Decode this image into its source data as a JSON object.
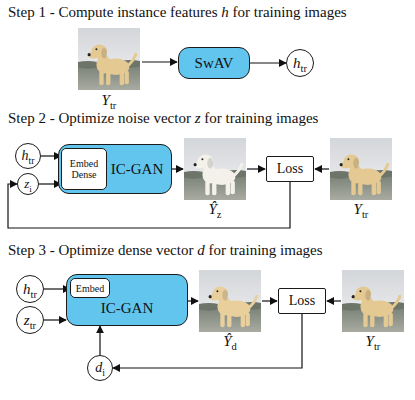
{
  "diagram": {
    "nodes": [
      {
        "text": [
          "SwAV"
        ]
      },
      {
        "text": [
          "htr"
        ]
      },
      {
        "text": [
          "htr"
        ]
      },
      {
        "text": [
          "zi"
        ]
      },
      {
        "text": [
          "IC-GAN"
        ]
      },
      {
        "text": [
          "Embed Dense"
        ],
        "in": 4
      },
      {
        "text": [
          "Loss"
        ]
      },
      {
        "text": [
          "htr"
        ]
      },
      {
        "text": [
          "ztr"
        ]
      },
      {
        "text": [
          "IC-GAN"
        ]
      },
      {
        "text": [
          "Embed"
        ],
        "in": 9
      },
      {
        "text": [
          "Loss"
        ]
      },
      {
        "text": [
          "di"
        ]
      }
    ],
    "edges": [
      {
        "from": 0,
        "to": 1,
        "arrow": "to"
      },
      {
        "from": 2,
        "to": 5,
        "arrow": "to"
      },
      {
        "from": 3,
        "to": 5,
        "arrow": "to"
      },
      {
        "from": 6,
        "to": 3,
        "arrow": "to"
      },
      {
        "from": 7,
        "to": 10,
        "arrow": "to"
      },
      {
        "from": 8,
        "to": 9,
        "arrow": "to"
      },
      {
        "from": 12,
        "to": 9,
        "arrow": "to"
      },
      {
        "from": 11,
        "to": 12,
        "arrow": "to"
      }
    ],
    "labels": [
      "Step 1 - Compute instance features h for training images",
      "Ytr",
      "Step 2 - Optimize noise vector z for training images",
      "Ŷz",
      "Ytr",
      "Step 3 - Optimize dense vector d for training images",
      "Ŷd",
      "Ytr"
    ]
  }
}
